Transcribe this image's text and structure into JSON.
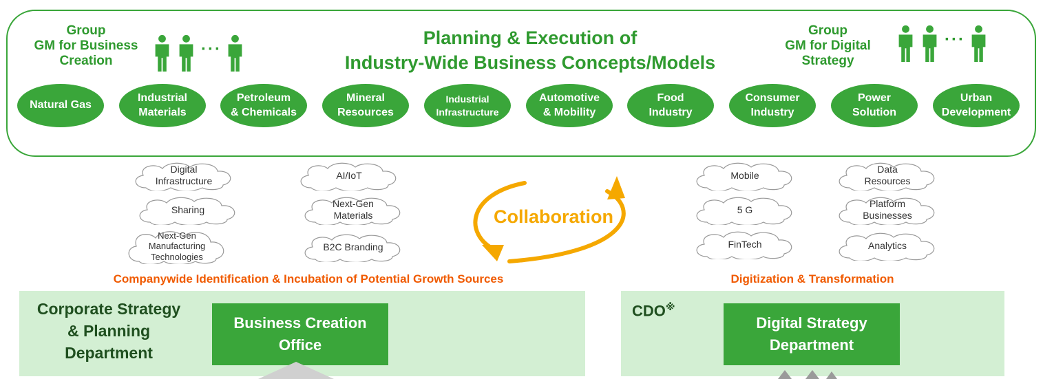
{
  "top_panel": {
    "left_header": "Group\nGM for Business\nCreation",
    "title_line1": "Planning & Execution of",
    "title_line2": "Industry-Wide Business Concepts/Models",
    "right_header": "Group\nGM for Digital\nStrategy",
    "people_dots": "···",
    "business_groups": [
      "Natural Gas",
      "Industrial\nMaterials",
      "Petroleum\n& Chemicals",
      "Mineral\nResources",
      "Industrial\nInfrastructure",
      "Automotive\n& Mobility",
      "Food\nIndustry",
      "Consumer\nIndustry",
      "Power\nSolution",
      "Urban\nDevelopment"
    ]
  },
  "left_clouds": [
    "Digital\nInfrastructure",
    "AI/IoT",
    "Sharing",
    "Next-Gen\nMaterials",
    "Next-Gen\nManufacturing\nTechnologies",
    "B2C Branding"
  ],
  "right_clouds": [
    "Mobile",
    "Data\nResources",
    "5 G",
    "Platform\nBusinesses",
    "FinTech",
    "Analytics"
  ],
  "collaboration_label": "Collaboration",
  "left_band_caption": "Companywide Identification & Incubation of Potential Growth Sources",
  "right_band_caption": "Digitization & Transformation",
  "corporate_strategy_label": "Corporate Strategy\n& Planning\nDepartment",
  "business_creation_office": "Business Creation\nOffice",
  "cdo_label": "CDO",
  "cdo_mark": "※",
  "digital_strategy_department": "Digital Strategy\nDepartment",
  "colors": {
    "green": "#3aa63a",
    "dark_green_text": "#1f4f1f",
    "light_green_band": "#d3efd3",
    "orange_caption": "#f05a00",
    "collaboration_yellow": "#f5a800"
  }
}
